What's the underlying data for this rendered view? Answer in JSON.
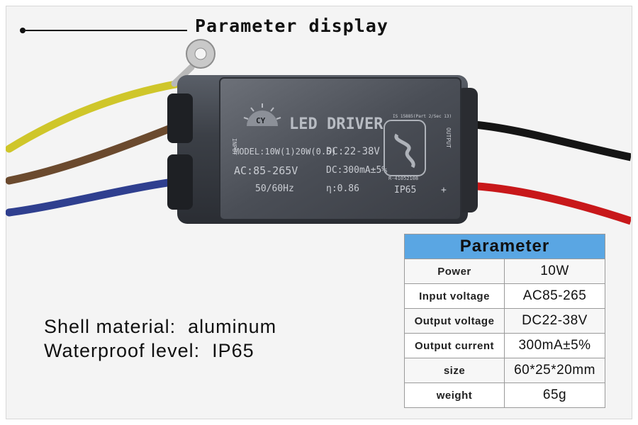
{
  "heading": "Parameter display",
  "driver_label": {
    "brand": "CY",
    "title": "LED DRIVER",
    "model": "MODEL:10W(1)20W(0.5)",
    "ac_input": "AC:85-265V",
    "frequency": "50/60Hz",
    "dc_output": "DC:22-38V",
    "dc_current": "DC:300mA±5%",
    "power_factor": "η:0.86",
    "rating": "IP65",
    "standard": "IS 15885(Part 2/Sec 13)",
    "cert_number": "R-41052108",
    "input_side_text": "INPUT",
    "output_side_text": "OUTPUT",
    "plus_sign": "+"
  },
  "parameter_table": {
    "title": "Parameter",
    "rows": [
      {
        "name": "Power",
        "value": "10W"
      },
      {
        "name": "Input voltage",
        "value": "AC85-265"
      },
      {
        "name": "Output voltage",
        "value": "DC22-38V"
      },
      {
        "name": "Output current",
        "value": "300mA±5%"
      },
      {
        "name": "size",
        "value": "60*25*20mm"
      },
      {
        "name": "weight",
        "value": "65g"
      }
    ]
  },
  "specs": {
    "shell_material": "Shell material:  aluminum",
    "waterproof_level": "Waterproof level:  IP65"
  },
  "colors": {
    "table_header": "#5aa6e3",
    "housing": "#3c4047",
    "wire_yellow": "#cfc62a",
    "wire_brown": "#6b4a2e",
    "wire_blue": "#2f3f8f",
    "wire_black": "#151515",
    "wire_red": "#c8181a"
  }
}
